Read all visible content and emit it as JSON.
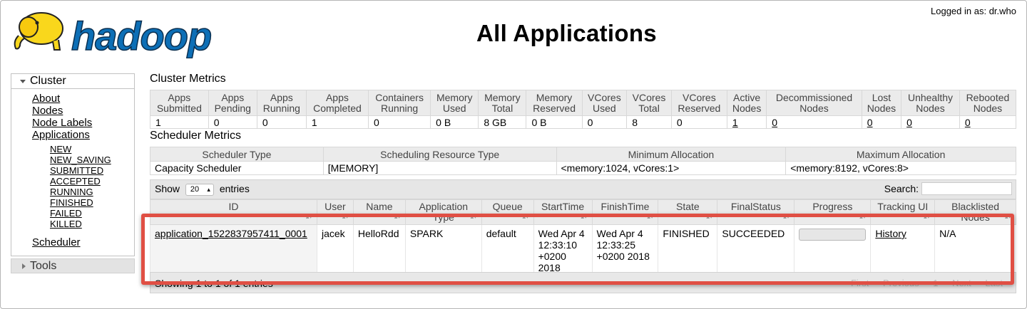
{
  "header": {
    "logo_text": "hadoop",
    "page_title": "All Applications",
    "logged_in": "Logged in as: dr.who"
  },
  "sidebar": {
    "section": "Cluster",
    "links": [
      "About",
      "Nodes",
      "Node Labels",
      "Applications"
    ],
    "app_states": [
      "NEW",
      "NEW_SAVING",
      "SUBMITTED",
      "ACCEPTED",
      "RUNNING",
      "FINISHED",
      "FAILED",
      "KILLED"
    ],
    "scheduler": "Scheduler",
    "tools": "Tools"
  },
  "cluster_metrics": {
    "title": "Cluster Metrics",
    "headers": [
      [
        "Apps",
        "Submitted"
      ],
      [
        "Apps",
        "Pending"
      ],
      [
        "Apps",
        "Running"
      ],
      [
        "Apps",
        "Completed"
      ],
      [
        "Containers",
        "Running"
      ],
      [
        "Memory",
        "Used"
      ],
      [
        "Memory",
        "Total"
      ],
      [
        "Memory",
        "Reserved"
      ],
      [
        "VCores",
        "Used"
      ],
      [
        "VCores",
        "Total"
      ],
      [
        "VCores",
        "Reserved"
      ],
      [
        "Active",
        "Nodes"
      ],
      [
        "Decommissioned",
        "Nodes"
      ],
      [
        "Lost",
        "Nodes"
      ],
      [
        "Unhealthy",
        "Nodes"
      ],
      [
        "Rebooted",
        "Nodes"
      ]
    ],
    "values": [
      "1",
      "0",
      "0",
      "1",
      "0",
      "0 B",
      "8 GB",
      "0 B",
      "0",
      "8",
      "0",
      "1",
      "0",
      "0",
      "0",
      "0"
    ]
  },
  "scheduler_metrics": {
    "title": "Scheduler Metrics",
    "headers": [
      "Scheduler Type",
      "Scheduling Resource Type",
      "Minimum Allocation",
      "Maximum Allocation"
    ],
    "values": [
      "Capacity Scheduler",
      "[MEMORY]",
      "<memory:1024, vCores:1>",
      "<memory:8192, vCores:8>"
    ]
  },
  "apps_table": {
    "show_label": "Show",
    "entries_label": "entries",
    "page_length": "20",
    "search_label": "Search:",
    "search_value": "",
    "headers": [
      [
        "ID"
      ],
      [
        "User"
      ],
      [
        "Name"
      ],
      [
        "Application",
        "Type"
      ],
      [
        "Queue"
      ],
      [
        "StartTime"
      ],
      [
        "FinishTime"
      ],
      [
        "State"
      ],
      [
        "FinalStatus"
      ],
      [
        "Progress"
      ],
      [
        "Tracking UI"
      ],
      [
        "Blacklisted",
        "Nodes"
      ]
    ],
    "row": {
      "id": "application_1522837957411_0001",
      "user": "jacek",
      "name": "HelloRdd",
      "type": "SPARK",
      "queue": "default",
      "start_time": [
        "Wed Apr 4",
        "12:33:10",
        "+0200",
        "2018"
      ],
      "finish_time": [
        "Wed Apr 4",
        "12:33:25",
        "+0200 2018"
      ],
      "state": "FINISHED",
      "final_status": "SUCCEEDED",
      "progress": 0,
      "tracking_ui": "History",
      "blacklisted": "N/A"
    },
    "info": "Showing 1 to 1 of 1 entries",
    "pager": [
      "First",
      "Previous",
      "1",
      "Next",
      "Last"
    ]
  },
  "colors": {
    "highlight": "#e04f44",
    "header_bg": "#ebebeb",
    "logo_yellow": "#f9d71c",
    "logo_blue": "#0d6fb6"
  }
}
